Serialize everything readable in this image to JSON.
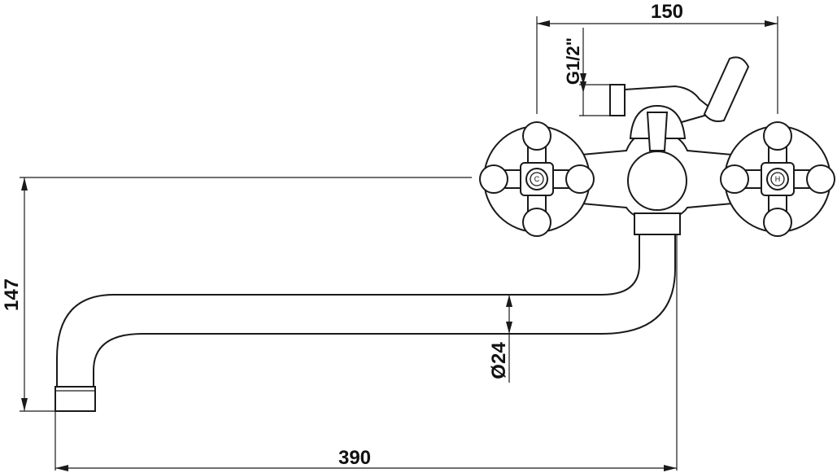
{
  "drawing": {
    "dimensions": {
      "top_width": "150",
      "thread": "G1/2\"",
      "height": "147",
      "pipe_diameter": "Ø24",
      "overall_length": "390"
    },
    "handle_marks": {
      "left": "C",
      "right": "H"
    },
    "colors": {
      "line": "#1a1a1a",
      "background": "#ffffff"
    }
  }
}
